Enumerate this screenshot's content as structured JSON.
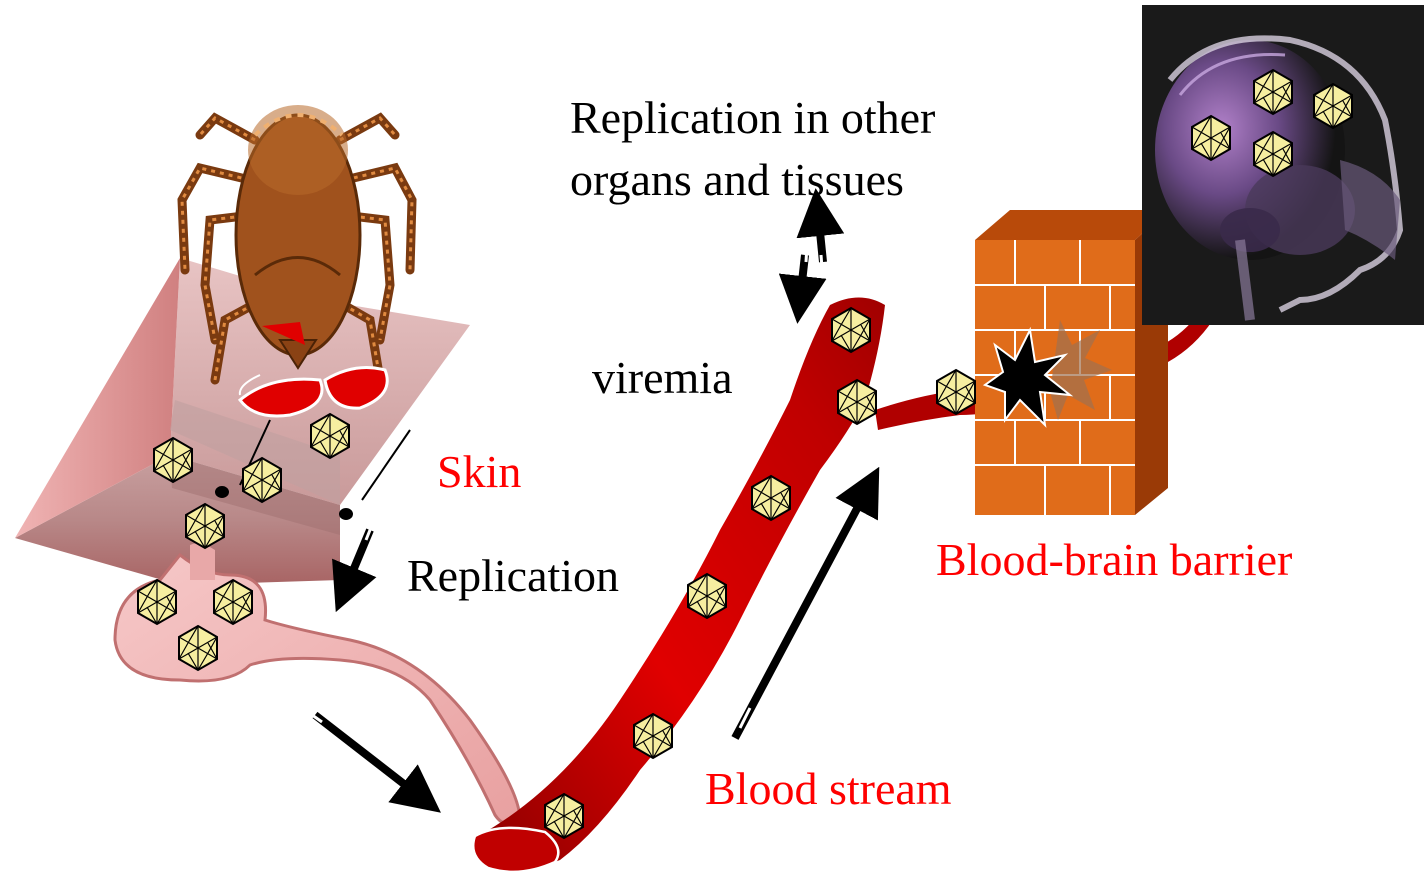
{
  "labels": {
    "replication_other_line1": "Replication in other",
    "replication_other_line2": "organs and tissues",
    "viremia": "viremia",
    "skin": "Skin",
    "replication": "Replication",
    "blood_stream": "Blood stream",
    "bbb": "Blood-brain barrier"
  },
  "colors": {
    "label_black": "#000000",
    "label_red": "#ff0000",
    "tick_body": "#a0521d",
    "skin": "#d98c8c",
    "blood": "#cc0000",
    "virus": "#f7f0a0",
    "brick": "#e06c1a"
  },
  "icons": {
    "tick": "tick-icon",
    "virus": "virus-particle-icon",
    "brain_scan": "brain-mri-image",
    "barrier": "brick-wall-icon"
  }
}
